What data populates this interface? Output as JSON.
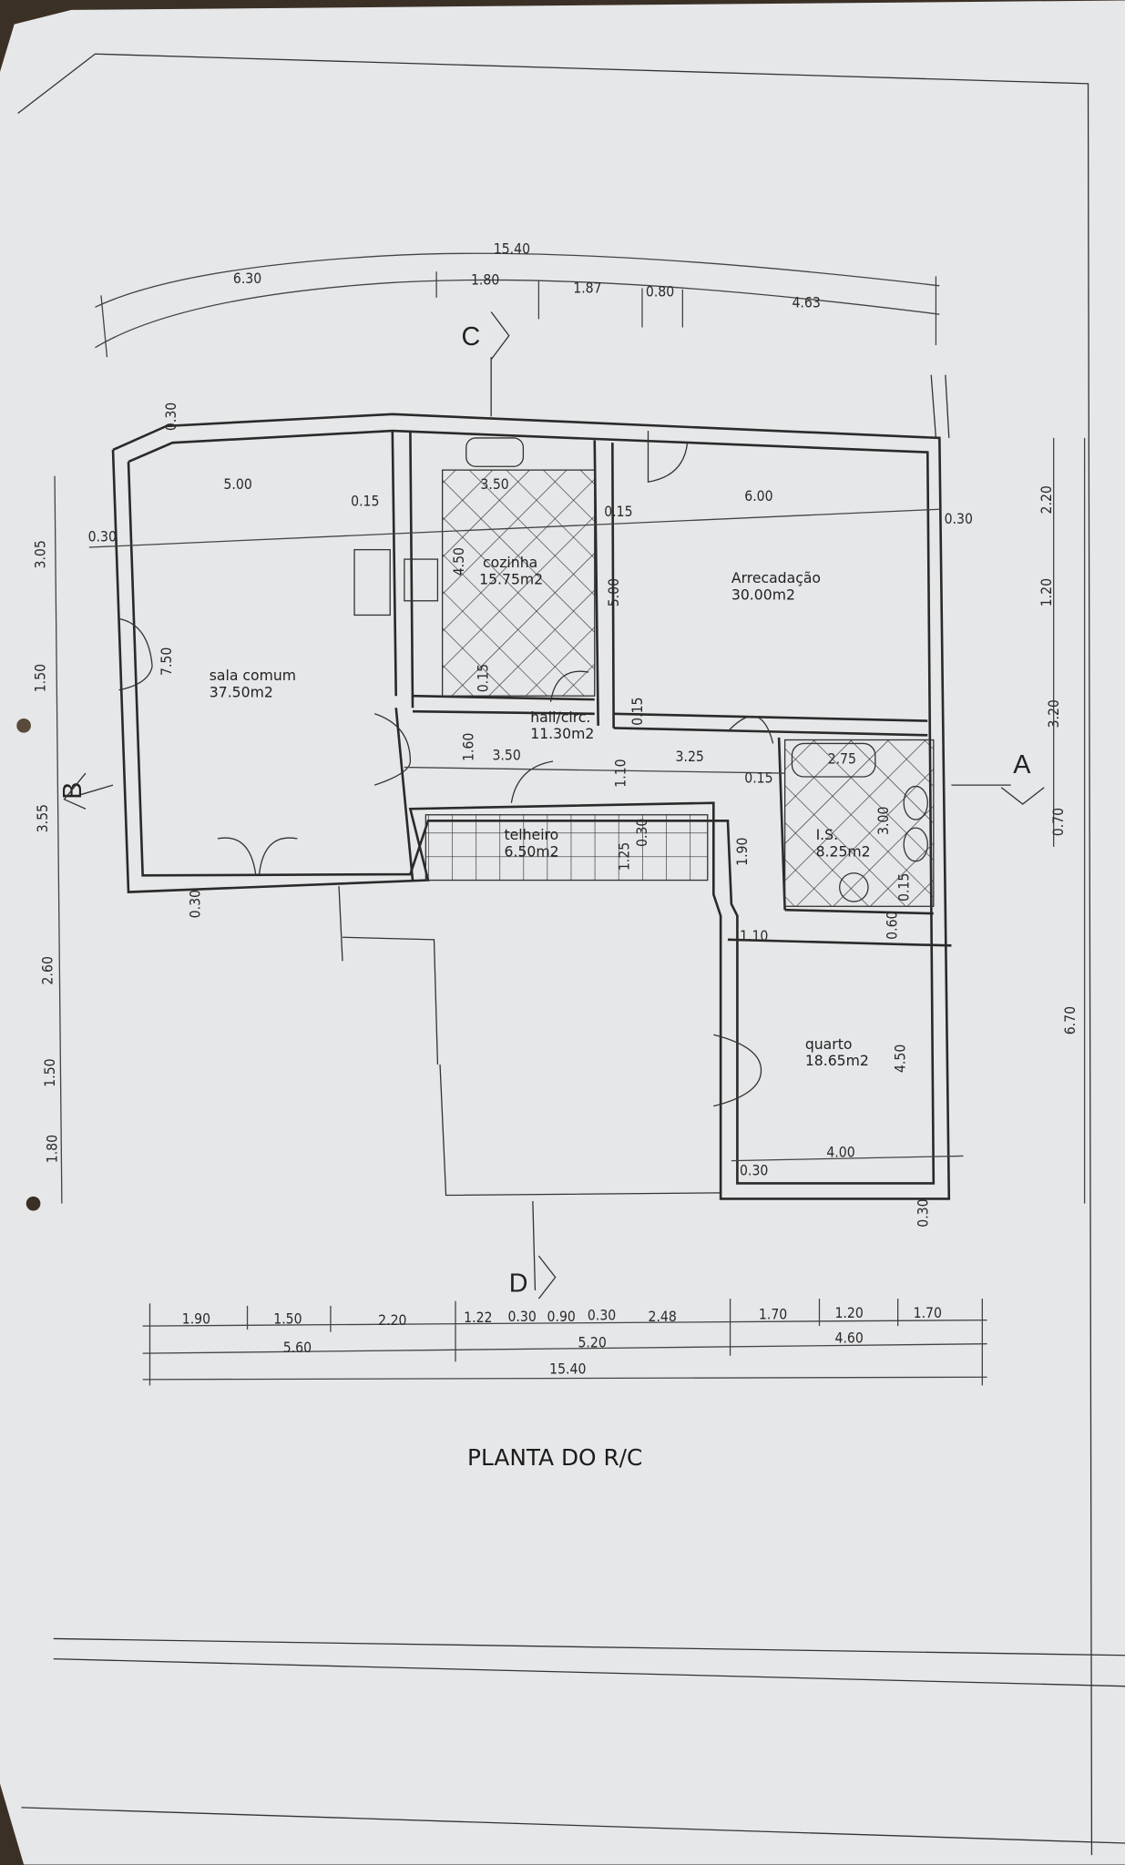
{
  "title": "PLANTA DO R/C",
  "sections": {
    "a": "A",
    "b": "B",
    "c": "C",
    "d": "D"
  },
  "rooms": [
    {
      "name": "sala comum",
      "area": "37.50m2"
    },
    {
      "name": "cozinha",
      "area": "15.75m2"
    },
    {
      "name": "hall/circ.",
      "area": "11.30m2"
    },
    {
      "name": "Arrecadação",
      "area": "30.00m2"
    },
    {
      "name": "telheiro",
      "area": "6.50m2"
    },
    {
      "name": "I.S.",
      "area": "8.25m2"
    },
    {
      "name": "quarto",
      "area": "18.65m2"
    }
  ],
  "dims_top": [
    "15.40",
    "6.30",
    "1.80",
    "1.87",
    "0.80",
    "4.63"
  ],
  "dims_left": [
    "3.05",
    "1.50",
    "3.55",
    "2.60",
    "1.50",
    "1.80"
  ],
  "dims_right": [
    "2.20",
    "1.20",
    "3.20",
    "0.70",
    "6.70"
  ],
  "dims_bottom_row1": [
    "1.90",
    "1.50",
    "2.20",
    "1.22",
    "0.30",
    "0.90",
    "0.30",
    "2.48",
    "1.70",
    "1.20",
    "1.70"
  ],
  "dims_bottom_row2": [
    "5.60",
    "5.20",
    "4.60"
  ],
  "dims_bottom_total": "15.40",
  "dims_interior": [
    "5.00",
    "0.15",
    "0.30",
    "0.30",
    "3.50",
    "0.15",
    "6.00",
    "0.30",
    "7.50",
    "4.50",
    "5.00",
    "0.15",
    "0.15",
    "1.60",
    "3.50",
    "1.10",
    "3.25",
    "0.15",
    "2.75",
    "3.00",
    "1.25",
    "0.30",
    "1.90",
    "0.15",
    "0.30",
    "1.10",
    "0.60",
    "4.50",
    "4.00",
    "0.30",
    "0.30"
  ]
}
